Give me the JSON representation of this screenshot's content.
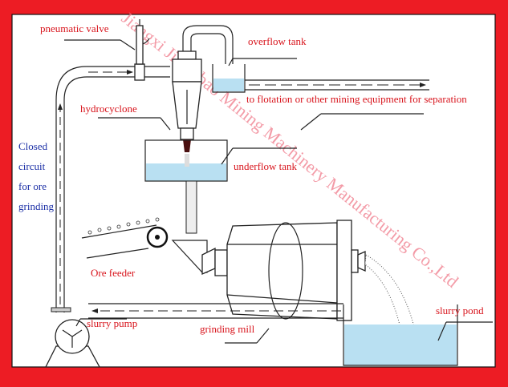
{
  "diagram": {
    "labels": {
      "pneumatic_valve": "pneumatic valve",
      "overflow_tank": "overflow tank",
      "to_flotation": "to flotation or other mining equipment for separation",
      "hydrocyclone": "hydrocyclone",
      "underflow_tank": "underflow tank",
      "closed_circuit": [
        "Closed",
        "circuit",
        "for ore",
        "grinding"
      ],
      "ore_feeder": "Ore feeder",
      "slurry_pump": "slurry pump",
      "grinding_mill": "grinding mill",
      "slurry_pond": "slurry pond"
    },
    "watermark": "Jiangxi Jinshibao Mining Machinery Manufacturing Co.,Ltd",
    "colors": {
      "frame": "#ed1c24",
      "label": "#d8141c",
      "note": "#1b2fa6",
      "water": "#b9e0f2"
    }
  }
}
